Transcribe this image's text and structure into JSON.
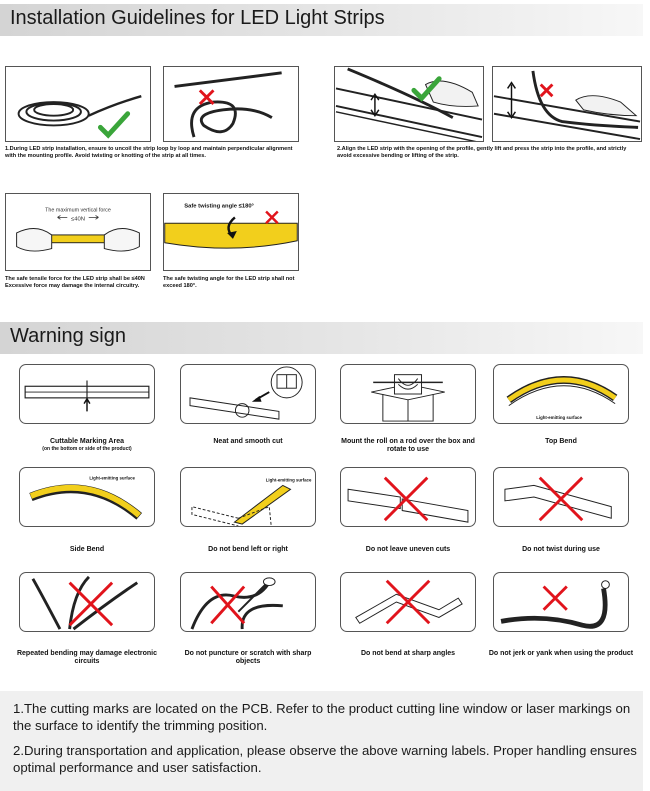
{
  "section1": {
    "title": "Installation Guidelines for LED Light Strips",
    "step1_caption": "1.During LED strip installation, ensure to uncoil the strip loop by loop and maintain perpendicular alignment with the mounting profile.  Avoid twisting or knotting of the strip at all times.",
    "step2_caption": "2.Align the LED strip with the opening of the profile, gently lift and press the strip into the profile, and strictly avoid excessive bending or lifting of the strip.",
    "force_label": "The maximum vertical force",
    "force_value": "≤40N",
    "force_caption": "The safe tensile force for the LED strip shall be ≤40N Excessive force may damage the internal circuitry.",
    "twist_label": "Safe twisting angle ≤180°",
    "twist_caption": "The safe twisting angle for the LED strip shall not exceed 180°."
  },
  "section2": {
    "title": "Warning sign",
    "items": [
      {
        "label": "Cuttable Marking Area",
        "sub": "(on the bottom or side of the product)"
      },
      {
        "label": "Neat and smooth cut",
        "sub": ""
      },
      {
        "label": "Mount the roll on a rod over the box and rotate to use",
        "sub": ""
      },
      {
        "label": "Top Bend",
        "sub": "",
        "surface": "Light-emitting surface"
      },
      {
        "label": "Side Bend",
        "sub": "",
        "surface": "Light-emitting surface"
      },
      {
        "label": "Do not bend left or right",
        "sub": "",
        "surface": "Light-emitting surface"
      },
      {
        "label": "Do not leave uneven cuts",
        "sub": ""
      },
      {
        "label": "Do not twist during use",
        "sub": ""
      },
      {
        "label": "Repeated bending may damage electronic circuits",
        "sub": ""
      },
      {
        "label": "Do not puncture or scratch with sharp objects",
        "sub": ""
      },
      {
        "label": "Do not bend at sharp angles",
        "sub": ""
      },
      {
        "label": "Do not jerk or yank when using the product",
        "sub": ""
      }
    ]
  },
  "notes": {
    "note1": "1.The cutting marks are located on the PCB. Refer to the product cutting line window or laser markings on the surface to identify the trimming position.",
    "note2": "2.During transportation and application, please observe the above warning labels. Proper handling ensures optimal performance and user satisfaction."
  },
  "colors": {
    "check": "#3aa53a",
    "cross": "#e1141c",
    "strip_yellow": "#f2cf1c",
    "banner": "#d9d9d9"
  },
  "icons": [
    "check-icon",
    "cross-icon",
    "arrow-icon"
  ]
}
